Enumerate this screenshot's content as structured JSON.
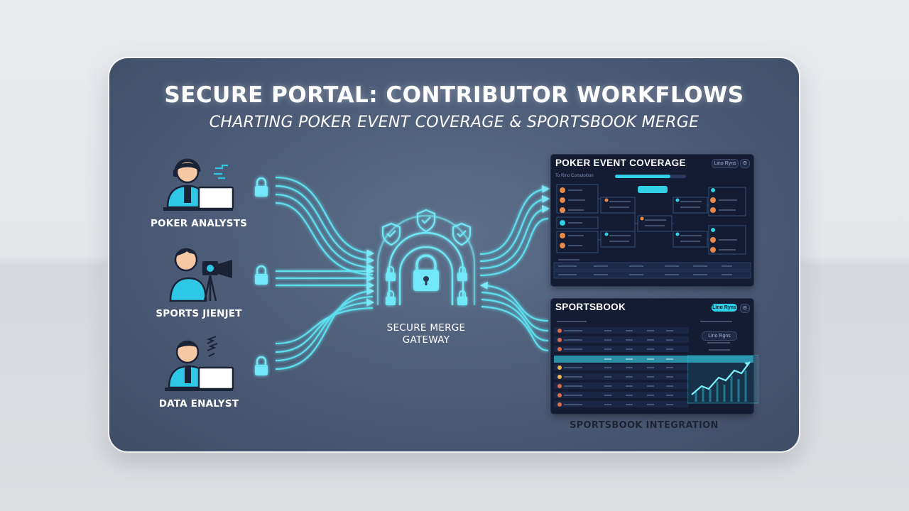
{
  "title": "SECURE PORTAL: CONTRIBUTOR WORKFLOWS",
  "subtitle": "CHARTING POKER EVENT COVERAGE & SPORTSBOOK MERGE",
  "roles": [
    {
      "label": "POKER ANALYSTS"
    },
    {
      "label": "SPORTS JIENJET"
    },
    {
      "label": "DATA ENALYST"
    }
  ],
  "gateway": {
    "line1": "SECURE MERGE",
    "line2": "GATEWAY"
  },
  "poker_screen": {
    "title": "POKER EVENT COVERAGE",
    "pill": "Lino Ryns",
    "subtitle": "To Rino Comuloition"
  },
  "sportsbook_screen": {
    "title": "SPORTSBOOK",
    "pill": "Lino Ryns",
    "badge": "Lino Rgns"
  },
  "integration_label": "SPORTSBOOK INTEGRATION",
  "colors": {
    "accent": "#2fd0e6",
    "panel": "#4b5b76",
    "screen": "#131c33"
  }
}
